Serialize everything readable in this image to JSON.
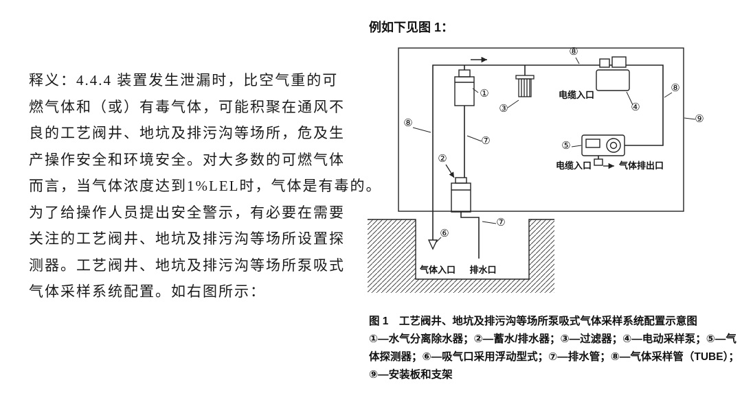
{
  "left_text": {
    "lines": [
      "释义：4.4.4 装置发生泄漏时，比空气重的可",
      "燃气体和（或）有毒气体，可能积聚在通风不",
      "良的工艺阀井、地坑及排污沟等场所，危及生",
      "产操作安全和环境安全。对大多数的可燃气体",
      "而言，当气体浓度达到1%LEL时，气体是有毒的。",
      "为了给操作人员提出安全警示，有必要在需要",
      "关注的工艺阀井、地坑及排污沟等场所设置探",
      "测器。工艺阀井、地坑及排污沟等场所泵吸式",
      "气体采样系统配置。如右图所示："
    ]
  },
  "figure": {
    "intro": "例如下见图 1：",
    "caption": {
      "title": "图 1　工艺阀井、地坑及排污沟等场所泵吸式气体采样系统配置示意图",
      "legend_lines": [
        "①—水气分离除水器；②—蓄水/排水器；③—过滤器；④—电动采样泵；⑤—气",
        "体探测器；⑥—吸气口采用浮动型式；⑦—排水管；⑧—气体采样管（TUBE）；",
        "⑨—安装板和支架"
      ]
    },
    "diagram": {
      "numbers": {
        "n1": "①",
        "n2": "②",
        "n3": "③",
        "n4": "④",
        "n5": "⑤",
        "n6": "⑥",
        "n7": "⑦",
        "n8": "⑧",
        "n9": "⑨"
      },
      "labels": {
        "cable_entry_top": "电缆入口",
        "cable_entry_bottom": "电缆入口",
        "gas_outlet": "气体排出口",
        "gas_inlet": "气体入口",
        "drain_outlet": "排水口"
      }
    }
  }
}
